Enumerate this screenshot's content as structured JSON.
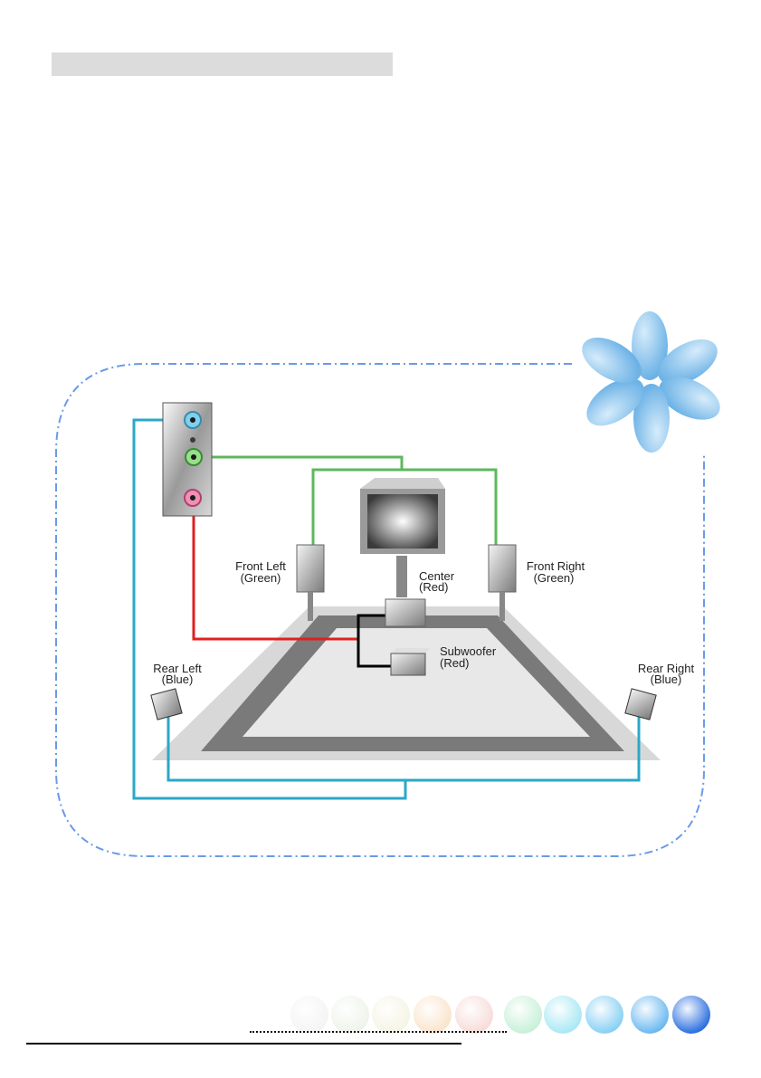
{
  "header": {
    "title": ""
  },
  "diagram": {
    "speakers": {
      "front_left": {
        "name": "Front Left",
        "color": "(Green)"
      },
      "front_right": {
        "name": "Front Right",
        "color": "(Green)"
      },
      "center": {
        "name": "Center",
        "color": "(Red)"
      },
      "subwoofer": {
        "name": "Subwoofer",
        "color": "(Red)"
      },
      "rear_left": {
        "name": "Rear Left",
        "color": "(Blue)"
      },
      "rear_right": {
        "name": "Rear Right",
        "color": "(Blue)"
      }
    },
    "wire_colors": {
      "green": "#5cb85c",
      "red": "#e02020",
      "blue": "#2aa8c8",
      "black": "#000000"
    },
    "frame_color": "#6a9ae8",
    "flower_color": "#7cbcea"
  },
  "footer": {
    "bubble_colors": [
      "#f4f4f4",
      "#eef4ea",
      "#f6f4e4",
      "#fae4cc",
      "#f8dcd8",
      "#c8f0d8",
      "#a8e8f4",
      "#88d0f4",
      "#6ab8f0",
      "#2a6ee0"
    ]
  }
}
